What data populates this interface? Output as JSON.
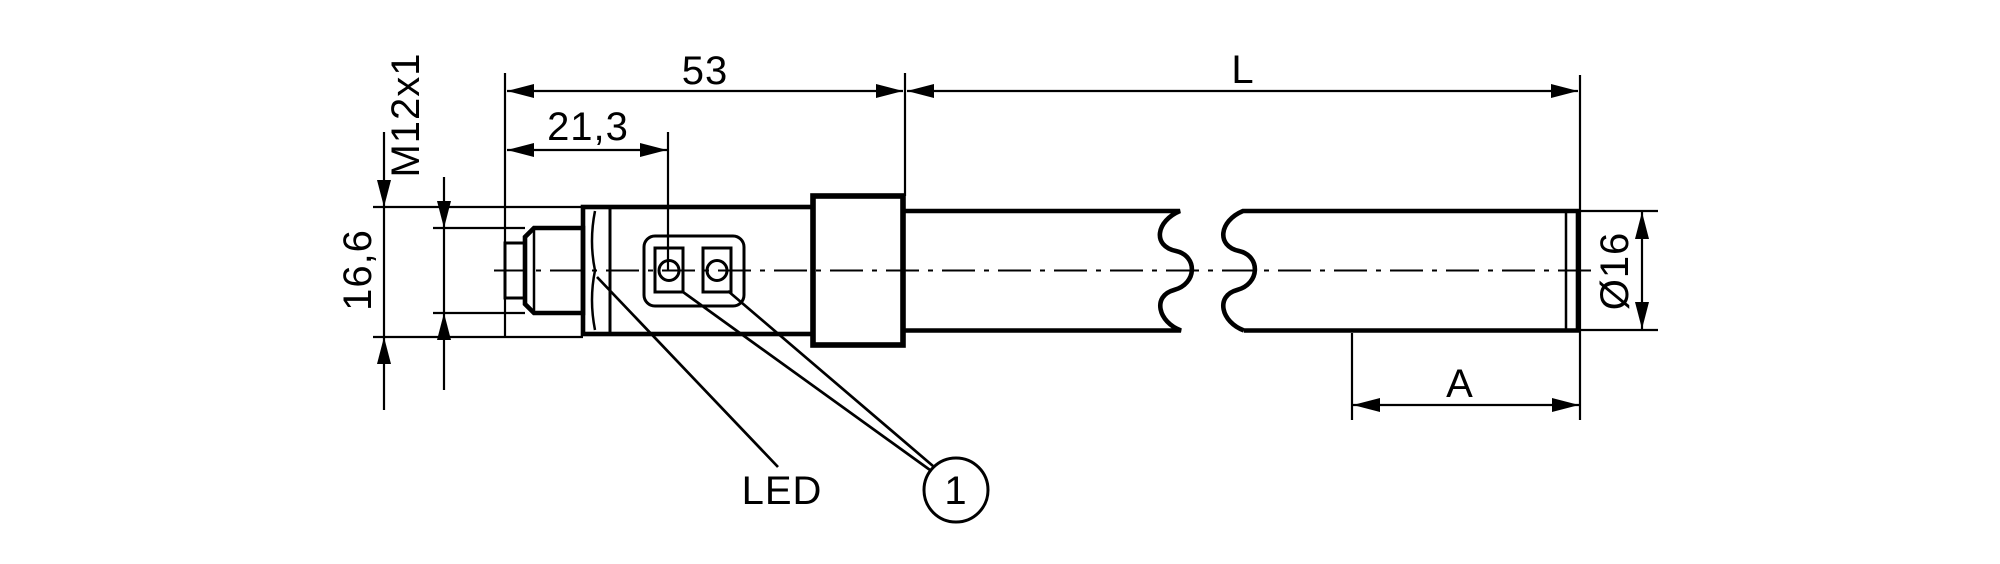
{
  "drawing": {
    "colors": {
      "line": "#000000",
      "background": "#ffffff"
    },
    "labels": {
      "housing_length": "53",
      "led_offset": "21,3",
      "probe_length": "L",
      "thread": "M12x1",
      "housing_height": "16,6",
      "probe_diameter": "Ø16",
      "insertion_depth": "A",
      "led": "LED",
      "callout": "1"
    }
  }
}
